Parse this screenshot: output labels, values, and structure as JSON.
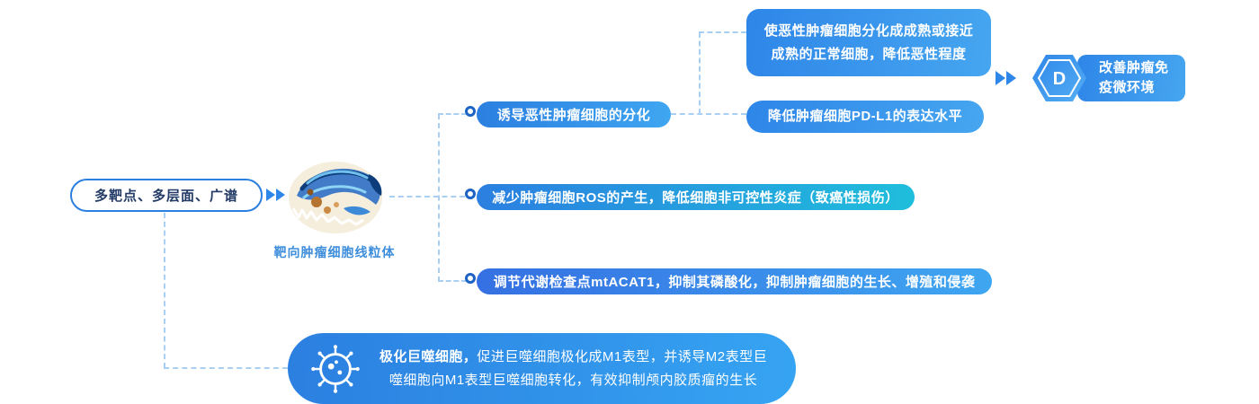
{
  "colors": {
    "primary_blue": "#2B7FE0",
    "light_blue": "#3FA6F1",
    "teal": "#1FBEDC",
    "connector_dash": "#A9CFF3",
    "source_text": "#233B66",
    "caption_blue": "#3E8EDC",
    "white": "#FFFFFF"
  },
  "source": {
    "label": "多靶点、多层面、广谱"
  },
  "hub": {
    "caption": "靶向肿瘤细胞线粒体"
  },
  "branches": [
    {
      "label": "诱导恶性肿瘤细胞的分化"
    },
    {
      "label": "减少肿瘤细胞ROS的产生，降低细胞非可控性炎症（致癌性损伤）"
    },
    {
      "label": "调节代谢检查点mtACAT1，抑制其磷酸化，抑制肿瘤细胞的生长、增殖和侵袭"
    }
  ],
  "sub_branches": [
    {
      "label": "使恶性肿瘤细胞分化成成熟或接近成熟的正常细胞，降低恶性程度"
    },
    {
      "label": "降低肿瘤细胞PD-L1的表达水平"
    }
  ],
  "outcome": {
    "label": "改善肿瘤免疫微环境",
    "icon_letter": "D"
  },
  "macrophage": {
    "bold_lead": "极化巨噬细胞，",
    "rest": "促进巨噬细胞极化成M1表型，并诱导M2表型巨噬细胞向M1表型巨噬细胞转化，有效抑制颅内胶质瘤的生长"
  }
}
